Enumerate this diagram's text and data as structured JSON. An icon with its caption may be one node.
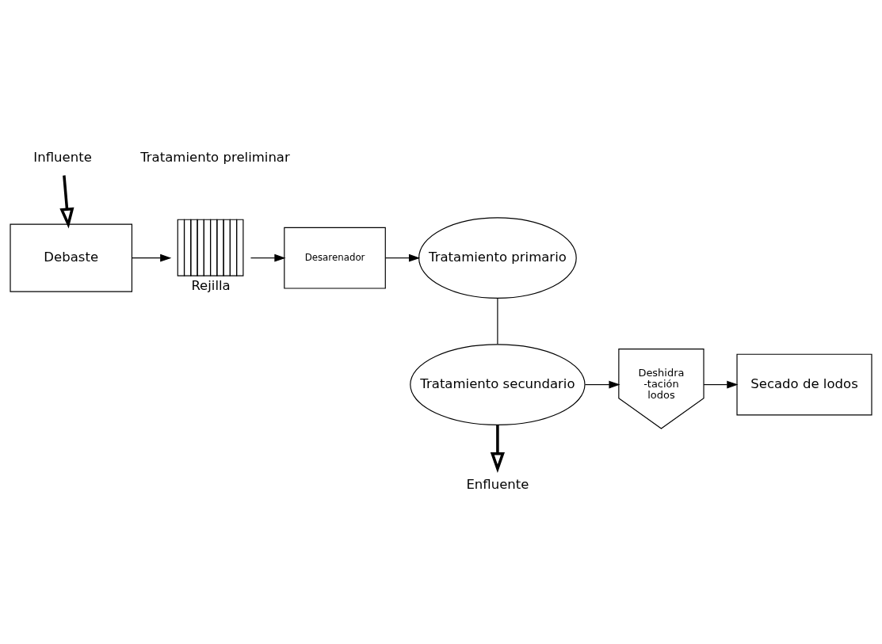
{
  "diagram": {
    "nodes": [
      {
        "text": [
          "Influente"
        ]
      },
      {
        "text": [
          "Debaste"
        ]
      },
      {
        "text": [
          "Rejilla"
        ]
      },
      {
        "text": [
          "Desarenador"
        ]
      },
      {
        "text": [
          "Tratamiento primario"
        ]
      },
      {
        "text": [
          "Tratamiento secundario"
        ]
      },
      {
        "text": [
          "Deshidra -tación lodos"
        ]
      },
      {
        "text": [
          "Secado de lodos"
        ]
      },
      {
        "text": [
          "Enfluente"
        ]
      }
    ],
    "edges": [
      {
        "from": 0,
        "to": 1,
        "arrow": "to",
        "style": "thick"
      },
      {
        "from": 1,
        "to": 2,
        "arrow": "to"
      },
      {
        "from": 2,
        "to": 3,
        "arrow": "to"
      },
      {
        "from": 3,
        "to": 4,
        "arrow": "to"
      },
      {
        "from": 4,
        "to": 5,
        "arrow": "none"
      },
      {
        "from": 5,
        "to": 6,
        "arrow": "to"
      },
      {
        "from": 6,
        "to": 7,
        "arrow": "to"
      },
      {
        "from": 5,
        "to": 8,
        "arrow": "to",
        "style": "thick"
      }
    ],
    "labels": [
      "Tratamiento preliminar"
    ]
  }
}
